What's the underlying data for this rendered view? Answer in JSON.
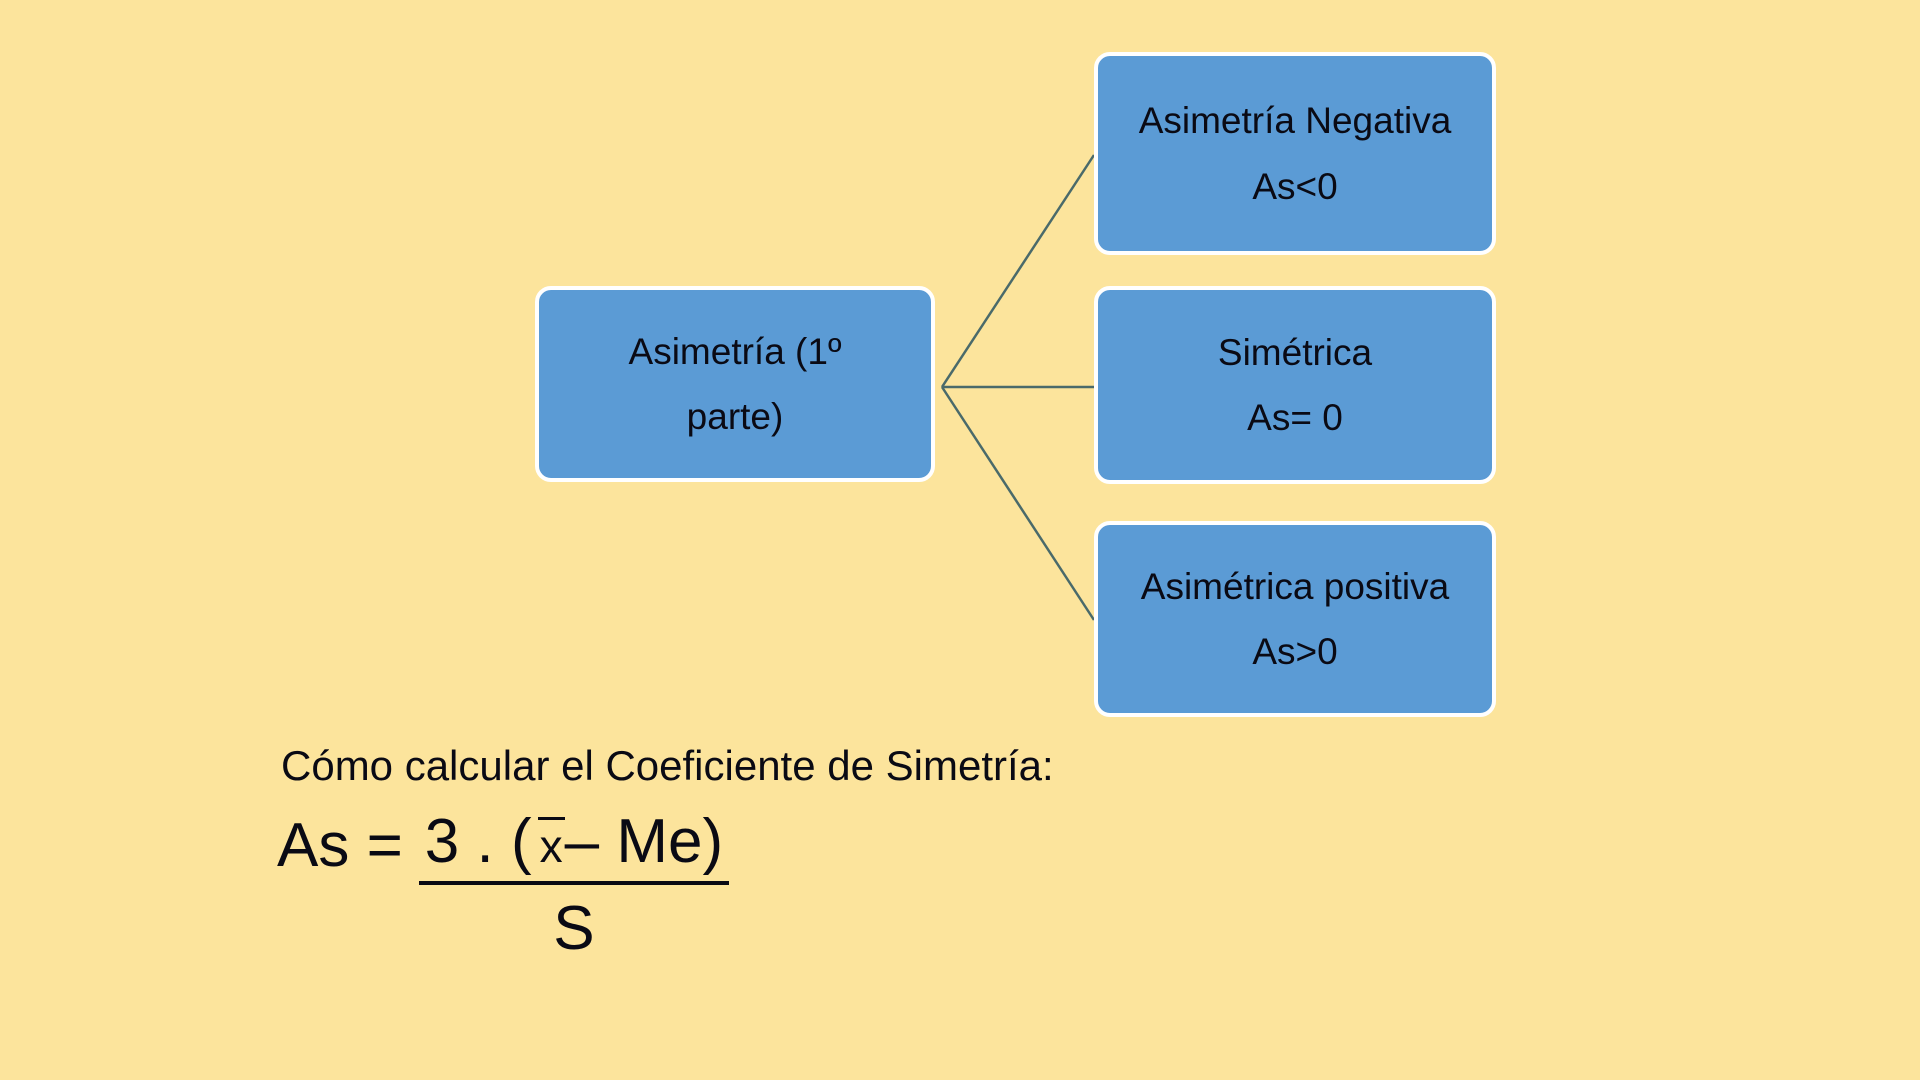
{
  "slide": {
    "background_color": "#FCE49C",
    "node_fill_color": "#5B9BD5",
    "node_border_color": "#FFFFFF",
    "connector_color": "#4A6A6A",
    "text_color": "#0A0A14"
  },
  "diagram": {
    "parent": {
      "line_a": "Asimetría (1º",
      "line_b": "parte)"
    },
    "children": [
      {
        "line_a": "Asimetría Negativa",
        "line_b": "As<0"
      },
      {
        "line_a": "Simétrica",
        "line_b": "As= 0"
      },
      {
        "line_a": "Asimétrica positiva",
        "line_b": "As>0"
      }
    ]
  },
  "caption": {
    "text": "Cómo calcular el Coeficiente de Simetría:"
  },
  "formula": {
    "lhs": "As =",
    "numerator_lead": "3 . (",
    "numerator_mean": "x",
    "numerator_tail": " – Me)",
    "denominator": "S"
  }
}
